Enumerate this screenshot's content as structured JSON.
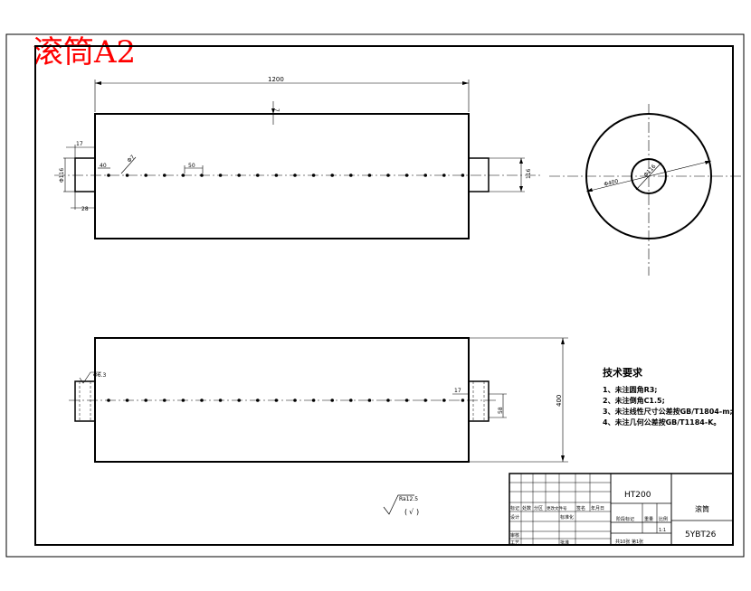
{
  "drawing": {
    "label": "滚筒A2",
    "dims": {
      "total_length": "1200",
      "wall": "7",
      "hub_len_top": "17",
      "hub_dia_left": "Φ116",
      "hub_len_bottom": "28",
      "hole_first": "40",
      "hole_dia": "Φ7",
      "hole_pitch": "50",
      "hub_dia_right": "116",
      "bore_dia": "Φ116",
      "outer_dia": "Φ400",
      "height": "400",
      "groove": "17",
      "right_hub_dia": "58",
      "hole_note": "Φ6.3"
    },
    "notes": {
      "title": "技术要求",
      "items": [
        "1、未注圆角R3;",
        "2、未注倒角C1.5;",
        "3、未注线性尺寸公差按GB/T1804-m;",
        "4、未注几何公差按GB/T1184-K。"
      ]
    },
    "roughness": {
      "main": "Ra12.5",
      "other": "√"
    },
    "title_block": {
      "material": "HT200",
      "part_name": "滚筒",
      "drawing_no": "5YBT26",
      "col_headers": [
        "标记",
        "处数",
        "分区",
        "更改文件号",
        "签名",
        "年月日"
      ],
      "design": "设计",
      "standard": "标准化",
      "stage": "阶段标记",
      "weight": "重量",
      "scale": "比例",
      "scale_val": "1:1",
      "check": "审核",
      "process": "工艺",
      "approve": "批准",
      "sheets": "共10张 第1张"
    }
  }
}
